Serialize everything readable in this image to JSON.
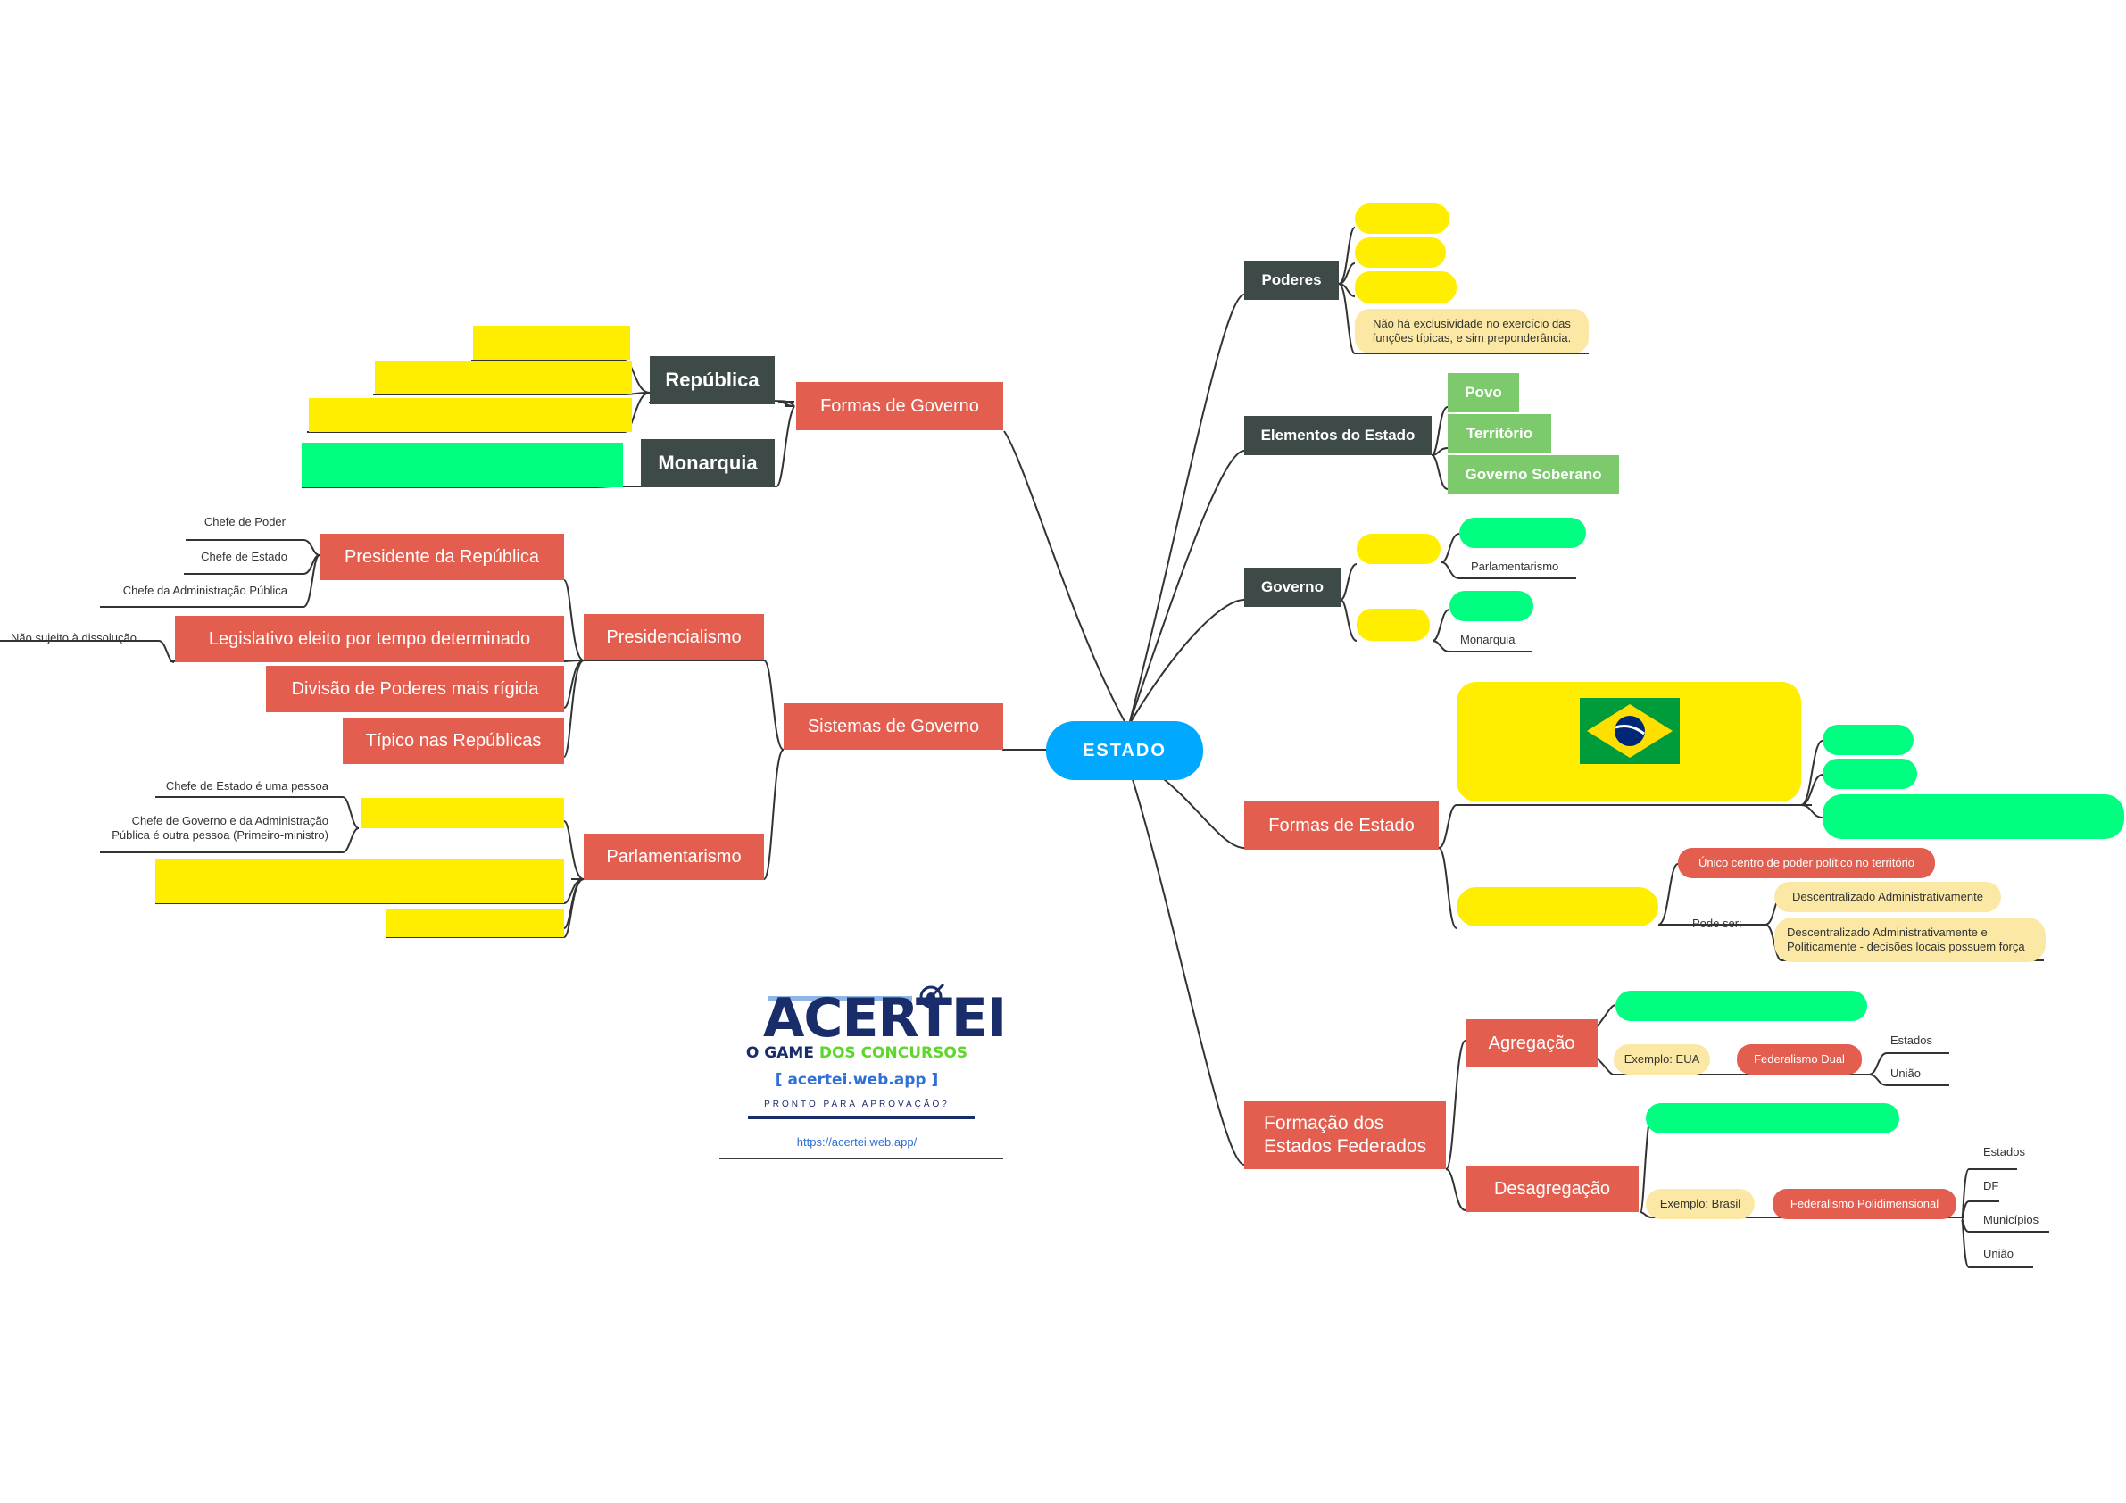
{
  "root": {
    "label": "ESTADO"
  },
  "left": {
    "formas_governo": {
      "label": "Formas de Governo",
      "republica": "República",
      "monarquia": "Monarquia"
    },
    "sistemas_governo": {
      "label": "Sistemas de Governo",
      "presidencialismo": {
        "label": "Presidencialismo",
        "presidente": "Presidente da República",
        "presidente_roles": [
          "Chefe de Poder",
          "Chefe de Estado",
          "Chefe da Administração Pública"
        ],
        "legislativo": "Legislativo eleito por tempo determinado",
        "legislativo_note": "Não sujeito à dissolução",
        "divisao": "Divisão de Poderes mais rígida",
        "tipico": "Típico nas Repúblicas"
      },
      "parlamentarismo": {
        "label": "Parlamentarismo",
        "chefe_estado": "Chefe de Estado é uma pessoa",
        "chefe_governo": "Chefe de Governo e da Administração\nPública é outra pessoa (Primeiro-ministro)"
      }
    }
  },
  "right": {
    "poderes": {
      "label": "Poderes",
      "note": "Não há exclusividade no exercício das\nfunções típicas, e sim preponderância."
    },
    "elementos": {
      "label": "Elementos do Estado",
      "items": [
        "Povo",
        "Território",
        "Governo Soberano"
      ]
    },
    "governo": {
      "label": "Governo",
      "parlamentarismo": "Parlamentarismo",
      "monarquia": "Monarquia"
    },
    "formas_estado": {
      "label": "Formas de Estado",
      "unico_centro": "Único centro de poder político no território",
      "pode_ser": "Pode ser:",
      "descentralizado_adm": "Descentralizado Administrativamente",
      "descentralizado_pol": "Descentralizado Administrativamente e\nPoliticamente - decisões locais possuem força"
    },
    "formacao": {
      "label": "Formação dos\nEstados Federados",
      "agregacao": {
        "label": "Agregação",
        "exemplo": "Exemplo: EUA",
        "federalismo": "Federalismo Dual",
        "entes": [
          "Estados",
          "União"
        ]
      },
      "desagregacao": {
        "label": "Desagregação",
        "exemplo": "Exemplo: Brasil",
        "federalismo": "Federalismo Polidimensional",
        "entes": [
          "Estados",
          "DF",
          "Municípios",
          "União"
        ]
      }
    }
  },
  "logo": {
    "word": "ACERTEI",
    "sub_a": "O GAME ",
    "sub_b": "DOS CONCURSOS",
    "web": "[ acertei.web.app ]",
    "tagline": "PRONTO PARA APROVAÇÃO?",
    "url": "https://acertei.web.app/"
  },
  "colors": {
    "root": "#00a8ff",
    "topic_red": "#e45e4f",
    "topic_dark": "#3d4a47",
    "highlight_yellow": "#ffee00",
    "highlight_green": "#00ff80",
    "label_green": "#7cca6c",
    "note_pale": "#fbe8a4",
    "line": "#333333"
  }
}
